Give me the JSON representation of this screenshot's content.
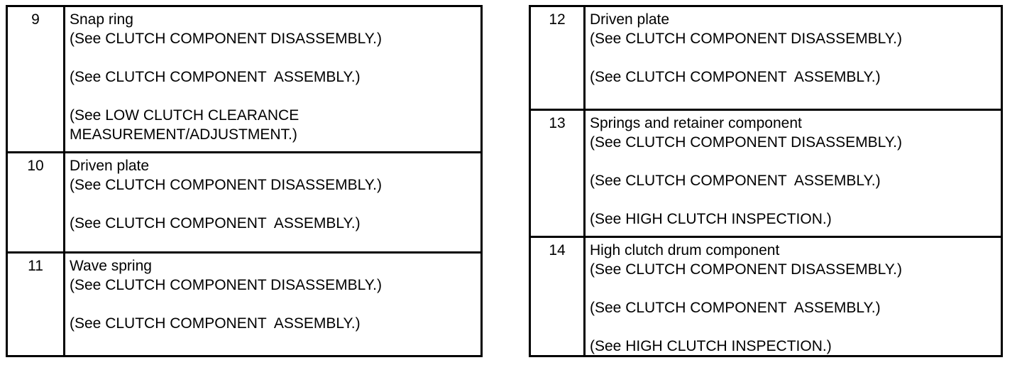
{
  "colors": {
    "background": "#ffffff",
    "text": "#000000",
    "border": "#000000"
  },
  "tables": [
    {
      "name": "parts-table-left",
      "rows": [
        {
          "number": "9",
          "description": "Snap ring\n(See CLUTCH COMPONENT DISASSEMBLY.)\n\n(See CLUTCH COMPONENT  ASSEMBLY.)\n\n(See LOW CLUTCH CLEARANCE\nMEASUREMENT/ADJUSTMENT.)"
        },
        {
          "number": "10",
          "description": "Driven plate\n(See CLUTCH COMPONENT DISASSEMBLY.)\n\n(See CLUTCH COMPONENT  ASSEMBLY.)"
        },
        {
          "number": "11",
          "description": "Wave spring\n(See CLUTCH COMPONENT DISASSEMBLY.)\n\n(See CLUTCH COMPONENT  ASSEMBLY.)"
        }
      ]
    },
    {
      "name": "parts-table-right",
      "rows": [
        {
          "number": "12",
          "description": "Driven plate\n(See CLUTCH COMPONENT DISASSEMBLY.)\n\n(See CLUTCH COMPONENT  ASSEMBLY.)"
        },
        {
          "number": "13",
          "description": "Springs and retainer component\n(See CLUTCH COMPONENT DISASSEMBLY.)\n\n(See CLUTCH COMPONENT  ASSEMBLY.)\n\n(See HIGH CLUTCH INSPECTION.)"
        },
        {
          "number": "14",
          "description": "High clutch drum component\n(See CLUTCH COMPONENT DISASSEMBLY.)\n\n(See CLUTCH COMPONENT  ASSEMBLY.)\n\n(See HIGH CLUTCH INSPECTION.)"
        }
      ]
    }
  ]
}
